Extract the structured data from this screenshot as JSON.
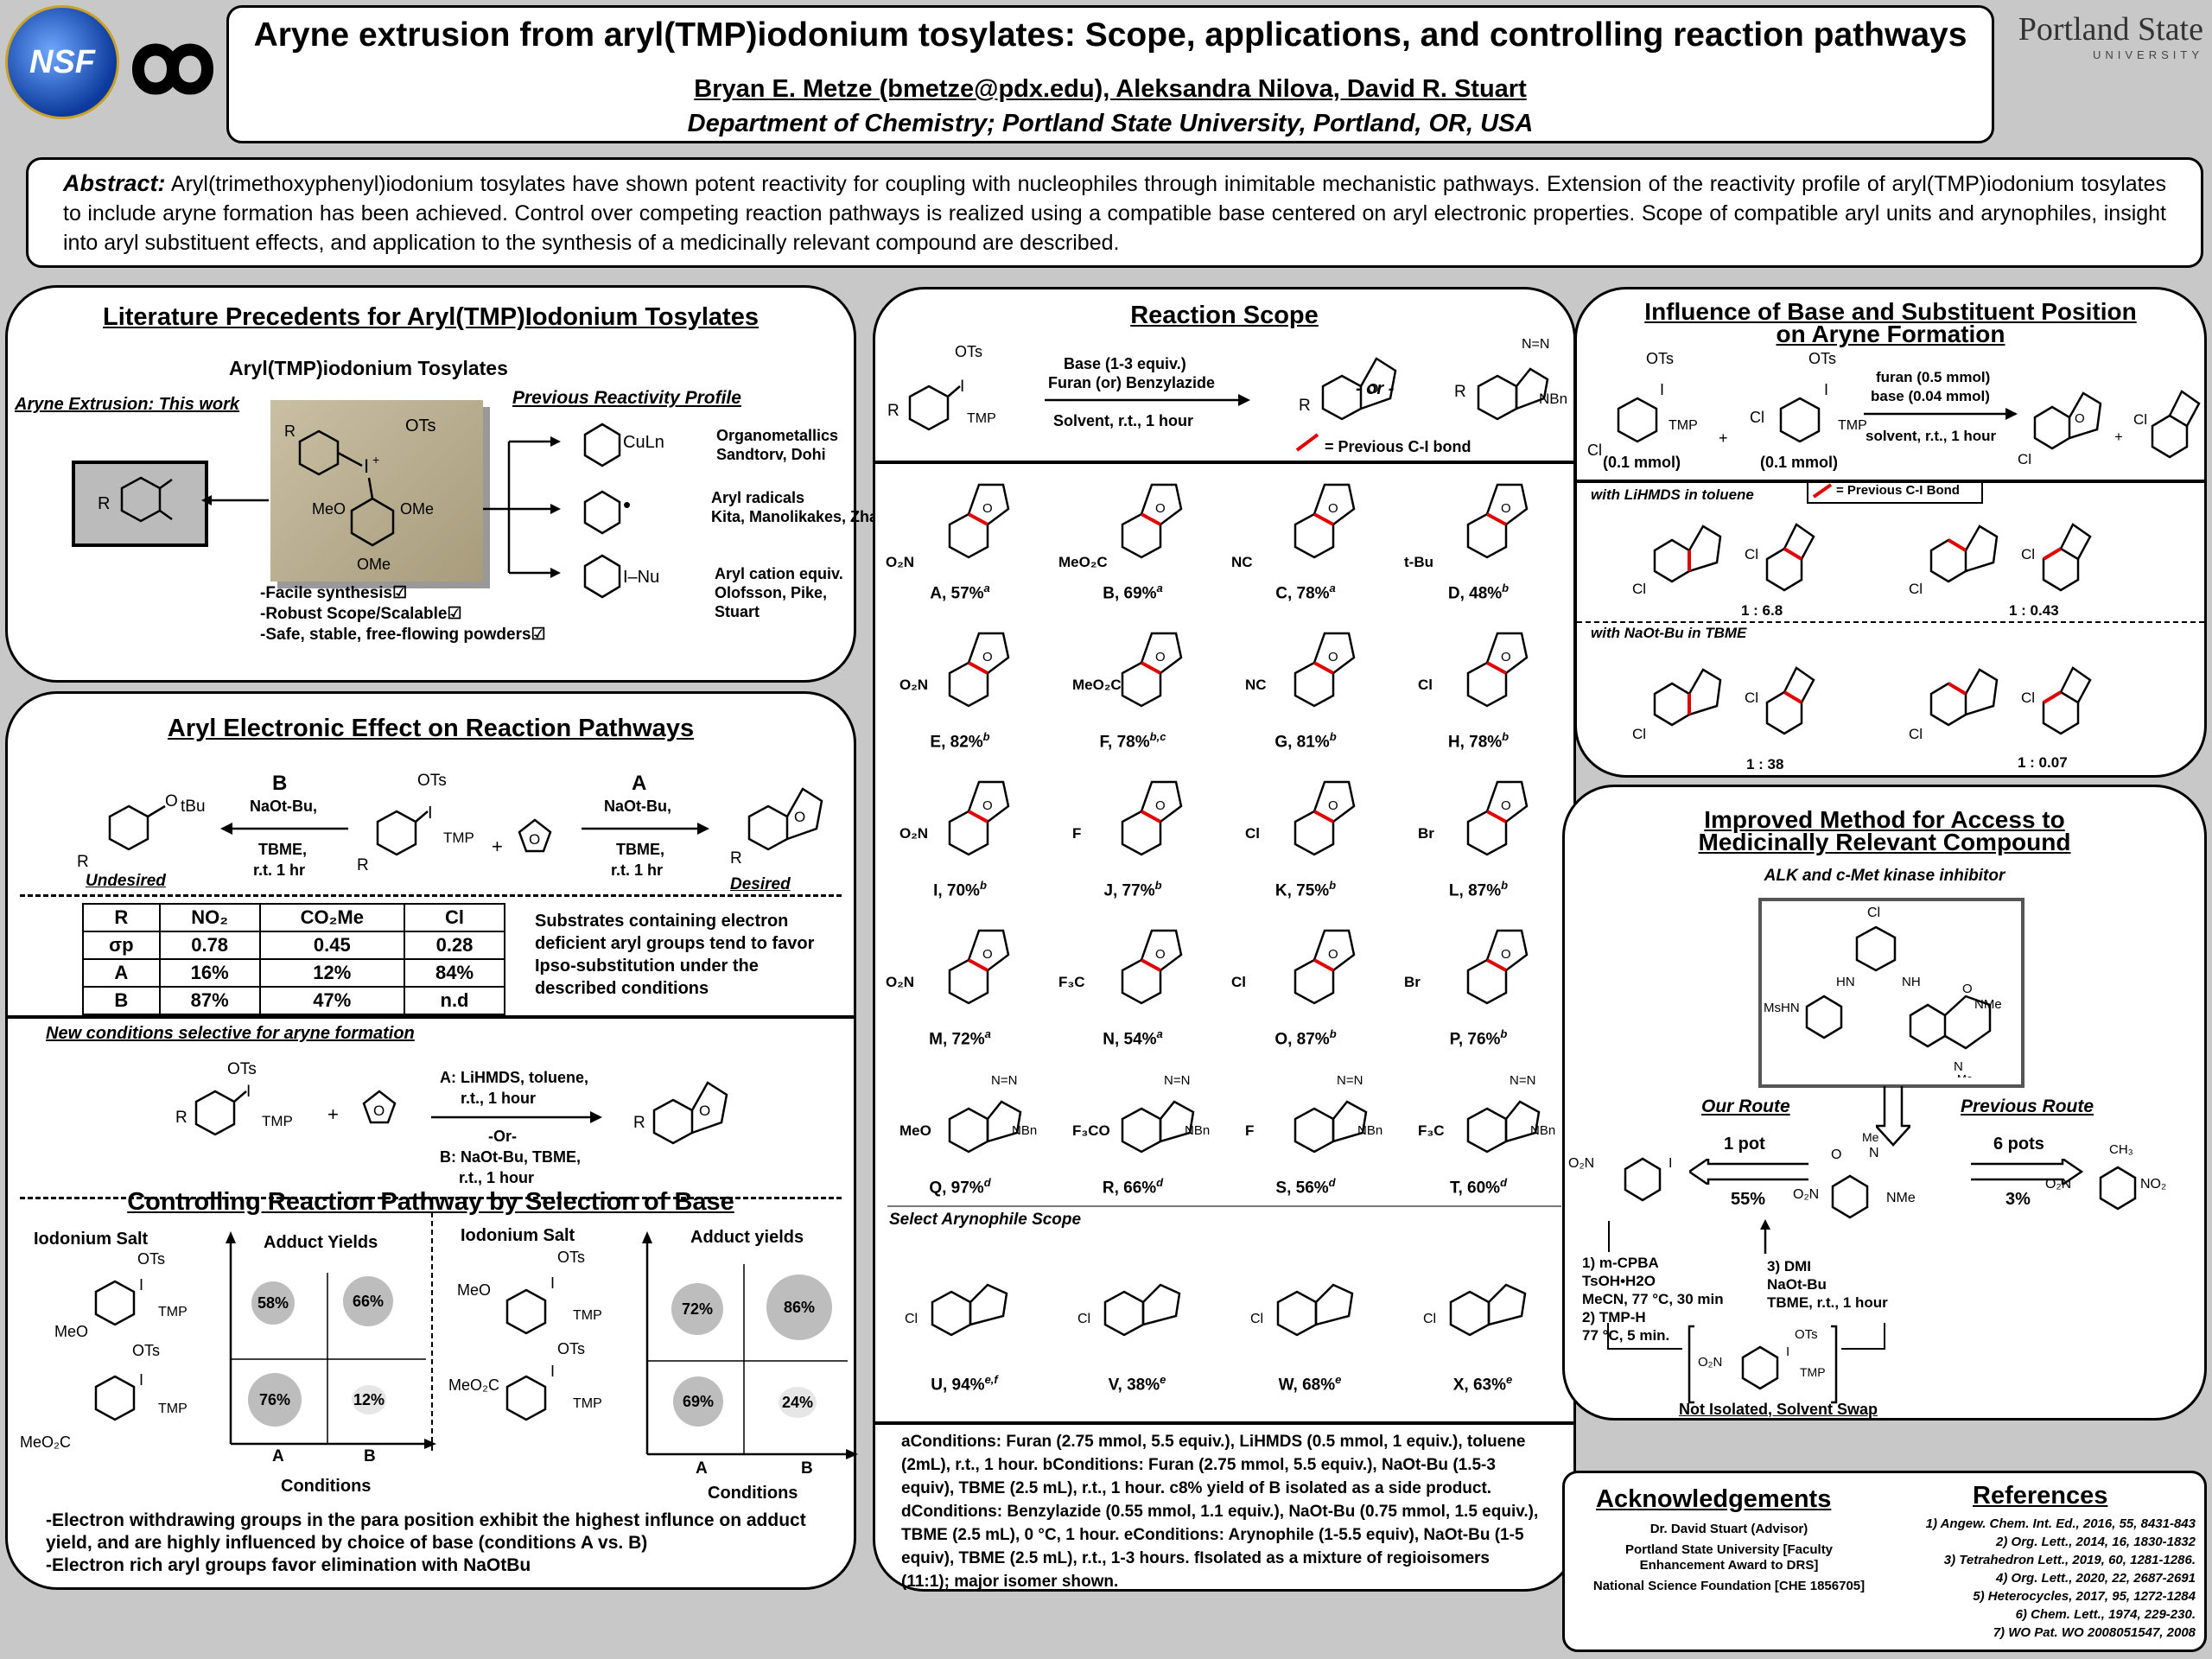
{
  "header": {
    "title": "Aryne extrusion from aryl(TMP)iodonium tosylates:  Scope, applications, and controlling reaction pathways",
    "authors": "Bryan E. Metze (bmetze@pdx.edu), Aleksandra Nilova, David R. Stuart",
    "affiliation": "Department of Chemistry; Portland State University, Portland, OR, USA",
    "nsf_logo": "NSF",
    "psu_logo_line1": "Portland State",
    "psu_logo_line2": "UNIVERSITY"
  },
  "abstract": {
    "label": "Abstract:",
    "text": "Aryl(trimethoxyphenyl)iodonium tosylates have shown potent reactivity for coupling with nucleophiles through inimitable mechanistic pathways. Extension of the reactivity profile of aryl(TMP)iodonium tosylates to include aryne formation has been achieved. Control over competing reaction pathways is realized using a compatible base centered on aryl electronic properties. Scope of compatible aryl units and arynophiles, insight into aryl substituent effects, and application to the synthesis of a medicinally relevant compound are described."
  },
  "literature": {
    "title": "Literature Precedents for Aryl(TMP)Iodonium Tosylates",
    "subtitle": "Aryl(TMP)iodonium Tosylates",
    "left_label": "Aryne Extrusion: This work",
    "right_label": "Previous Reactivity Profile",
    "features": [
      "-Facile synthesis☑",
      "-Robust Scope/Scalable☑",
      "-Safe, stable, free-flowing powders☑"
    ],
    "profiles": [
      {
        "product": "CuLn",
        "line1": "Organometallics",
        "line2": "Sandtorv, Dohi",
        "line3": ""
      },
      {
        "product": "•",
        "line1": "Aryl radicals",
        "line2": "Kita, Manolikakes, Zhang",
        "line3": ""
      },
      {
        "product": "I–Nu",
        "line1": "Aryl cation equiv.",
        "line2": "Olofsson, Pike,",
        "line3": "Stuart"
      }
    ]
  },
  "electronic": {
    "title": "Aryl Electronic Effect on Reaction Pathways",
    "condB_label": "B",
    "condB_line1": "NaOt-Bu,",
    "condB_line2": "TBME,",
    "condB_line3": "r.t. 1 hr",
    "condA_label": "A",
    "condA_line1": "NaOt-Bu,",
    "condA_line2": "TBME,",
    "condA_line3": "r.t. 1 hr",
    "undesired": "Undesired",
    "desired": "Desired",
    "table_head": [
      "R",
      "NO₂",
      "CO₂Me",
      "Cl"
    ],
    "table_rows": [
      [
        "σp",
        "0.78",
        "0.45",
        "0.28"
      ],
      [
        "A",
        "16%",
        "12%",
        "84%"
      ],
      [
        "B",
        "87%",
        "47%",
        "n.d"
      ]
    ],
    "note": "Substrates containing electron deficient aryl groups tend to favor Ipso-substitution under the described conditions",
    "new_conditions_label": "New conditions selective for aryne formation",
    "new_cond_A1": "A: LiHMDS, toluene,",
    "new_cond_A2": "r.t., 1 hour",
    "new_cond_or": "-Or-",
    "new_cond_B1": "B: NaOt-Bu, TBME,",
    "new_cond_B2": "r.t., 1 hour"
  },
  "controlling": {
    "title": "Controlling Reaction Pathway by Selection of Base",
    "iodonium_label": "Iodonium Salt",
    "adduct_label_left": "Adduct Yields",
    "adduct_label_right": "Adduct yields",
    "conditions_label": "Conditions",
    "axis_A": "A",
    "axis_B": "B",
    "left_yields": {
      "top_A": "58%",
      "top_B": "66%",
      "bottom_A": "76%",
      "bottom_B": "12%"
    },
    "right_yields": {
      "top_A": "72%",
      "top_B": "86%",
      "bottom_A": "69%",
      "bottom_B": "24%"
    },
    "bullet1": "-Electron withdrawing groups in the para position exhibit the highest influnce on adduct yield, and are highly influenced by choice of base (conditions A vs. B)",
    "bullet2": "-Electron rich aryl groups favor elimination with NaOtBu"
  },
  "scope": {
    "title": "Reaction Scope",
    "cond_line1": "Base (1-3 equiv.)",
    "cond_line2": "Furan (or) Benzylazide",
    "cond_line3": "Solvent, r.t., 1 hour",
    "or_text": "- or -",
    "prev_bond": "= Previous C-I bond",
    "entries": [
      {
        "sub": "O₂N",
        "label": "A, 57%",
        "sup": "a"
      },
      {
        "sub": "MeO₂C",
        "label": "B, 69%",
        "sup": "a"
      },
      {
        "sub": "NC",
        "label": "C, 78%",
        "sup": "a"
      },
      {
        "sub": "t-Bu",
        "label": "D, 48%",
        "sup": "b"
      },
      {
        "sub": "O₂N",
        "label": "E, 82%",
        "sup": "b"
      },
      {
        "sub": "MeO₂C",
        "label": "F, 78%",
        "sup": "b,c"
      },
      {
        "sub": "NC",
        "label": "G, 81%",
        "sup": "b"
      },
      {
        "sub": "Cl",
        "label": "H, 78%",
        "sup": "b"
      },
      {
        "sub": "O₂N",
        "label": "I, 70%",
        "sup": "b"
      },
      {
        "sub": "F",
        "label": "J, 77%",
        "sup": "b"
      },
      {
        "sub": "Cl",
        "label": "K, 75%",
        "sup": "b"
      },
      {
        "sub": "Br",
        "label": "L, 87%",
        "sup": "b"
      },
      {
        "sub": "O₂N",
        "label": "M, 72%",
        "sup": "a"
      },
      {
        "sub": "F₃C",
        "label": "N, 54%",
        "sup": "a"
      },
      {
        "sub": "Cl",
        "label": "O, 87%",
        "sup": "b"
      },
      {
        "sub": "Br",
        "label": "P, 76%",
        "sup": "b"
      },
      {
        "sub": "MeO",
        "label": "Q, 97%",
        "sup": "d"
      },
      {
        "sub": "F₃CO",
        "label": "R, 66%",
        "sup": "d"
      },
      {
        "sub": "F",
        "label": "S, 56%",
        "sup": "d"
      },
      {
        "sub": "F₃C",
        "label": "T, 60%",
        "sup": "d"
      }
    ],
    "arynophile_label": "Select Arynophile Scope",
    "arynophiles": [
      {
        "label": "U, 94%",
        "sup": "e,f"
      },
      {
        "label": "V, 38%",
        "sup": "e"
      },
      {
        "label": "W, 68%",
        "sup": "e"
      },
      {
        "label": "X, 63%",
        "sup": "e"
      }
    ],
    "footnotes": "aConditions: Furan (2.75 mmol, 5.5 equiv.), LiHMDS (0.5 mmol, 1 equiv.), toluene (2mL), r.t., 1 hour. bConditions: Furan (2.75 mmol, 5.5 equiv.), NaOt-Bu (1.5-3 equiv), TBME (2.5 mL), r.t., 1 hour. c8% yield of B isolated as a side product. dConditions: Benzylazide (0.55 mmol, 1.1 equiv.), NaOt-Bu (0.75 mmol, 1.5 equiv.), TBME (2.5 mL), 0 °C, 1 hour. eConditions: Arynophile (1-5.5 equiv), NaOt-Bu (1-5 equiv), TBME (2.5 mL), r.t., 1-3 hours. fIsolated as a mixture of regioisomers (11:1); major isomer shown."
  },
  "influence": {
    "title_line1": "Influence of Base and Substituent Position",
    "title_line2": "on Aryne Formation",
    "amount_left": "(0.1 mmol)",
    "amount_right": "(0.1 mmol)",
    "cond_line1": "furan (0.5 mmol)",
    "cond_line2": "base (0.04 mmol)",
    "cond_line3": "solvent, r.t., 1 hour",
    "row1_label": "with LiHMDS in toluene",
    "prev_bond": "= Previous C-I Bond",
    "ratio1": "1 : 6.8",
    "ratio2": "1 : 0.43",
    "row2_label": "with NaOt-Bu in TBME",
    "ratio3": "1 : 38",
    "ratio4": "1 : 0.07"
  },
  "improved": {
    "title_line1": "Improved Method for Access to",
    "title_line2": "Medicinally Relevant Compound",
    "subtitle": "ALK and c-Met kinase inhibitor",
    "our_route": "Our Route",
    "previous_route": "Previous Route",
    "pot1": "1 pot",
    "yield1": "55%",
    "pots6": "6 pots",
    "yield6": "3%",
    "steps_left": [
      "1) m-CPBA",
      "TsOH•H2O",
      "MeCN, 77 °C, 30 min",
      "2) TMP-H",
      "77 °C, 5 min."
    ],
    "steps_right": [
      "3) DMI",
      "NaOt-Bu",
      "TBME, r.t., 1 hour"
    ],
    "not_isolated": "Not Isolated, Solvent Swap"
  },
  "acknowledgements": {
    "title": "Acknowledgements",
    "lines": [
      "Dr. David Stuart (Advisor)",
      "Portland State University [Faculty Enhancement Award to DRS]",
      "National Science Foundation [CHE 1856705]"
    ]
  },
  "references": {
    "title": "References",
    "items": [
      "1) Angew. Chem. Int. Ed., 2016, 55, 8431-843",
      "2) Org. Lett., 2014, 16, 1830-1832",
      "3) Tetrahedron Lett., 2019, 60, 1281-1286.",
      "4) Org. Lett., 2020, 22, 2687-2691",
      "5) Heterocycles, 2017, 95, 1272-1284",
      "6) Chem. Lett., 1974, 229-230.",
      "7) WO Pat. WO 2008051547, 2008"
    ]
  }
}
